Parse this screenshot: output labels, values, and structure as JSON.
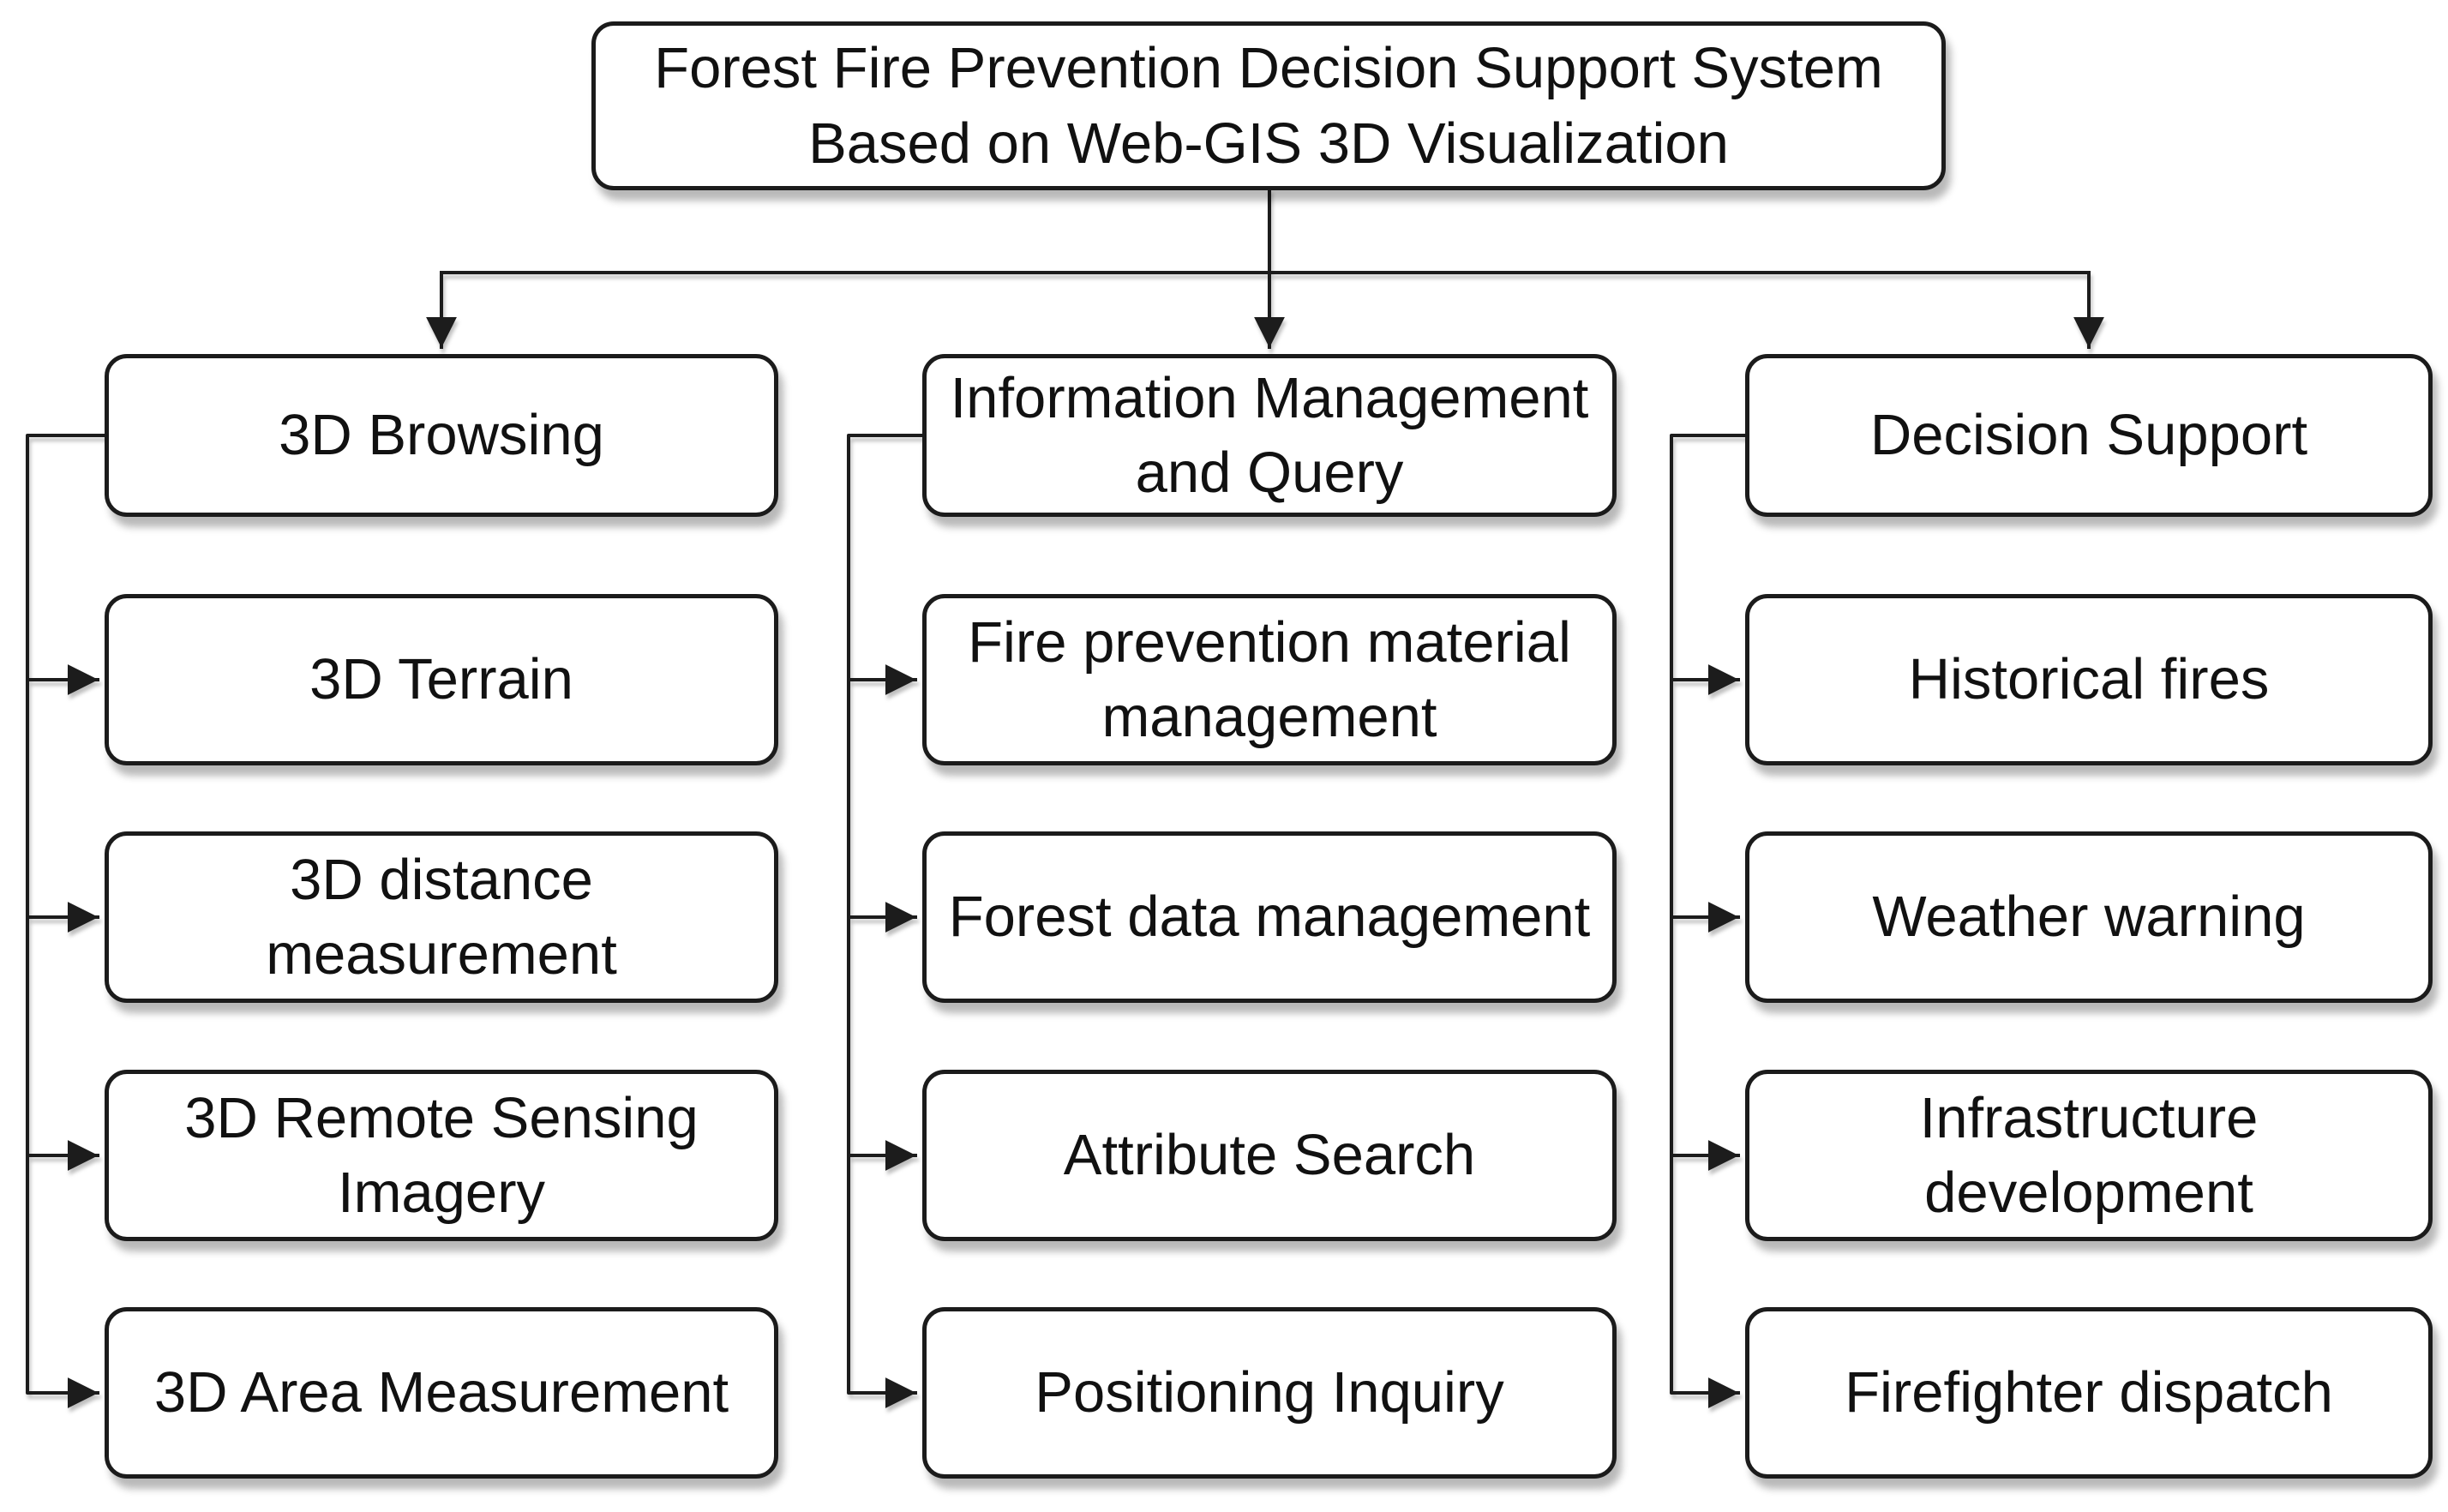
{
  "figure": {
    "type": "hierarchy-flowchart",
    "background": "#ffffff",
    "style": {
      "node_fill": "#ffffff",
      "node_border": "#1b1b1b",
      "connector": "#1b1b1b",
      "text": "#111111",
      "shadow": "rgba(0,0,0,0.28)"
    },
    "root": {
      "label": "Forest Fire Prevention Decision Support System Based on Web-GIS 3D Visualization"
    },
    "columns": [
      {
        "header": "3D Browsing",
        "children": [
          "3D Terrain",
          "3D distance measurement",
          "3D Remote Sensing Imagery",
          "3D Area Measurement"
        ]
      },
      {
        "header": "Information Management and Query",
        "children": [
          "Fire prevention material management",
          "Forest data management",
          "Attribute Search",
          "Positioning Inquiry"
        ]
      },
      {
        "header": "Decision Support",
        "children": [
          "Historical fires",
          "Weather warning",
          "Infrastructure development",
          "Firefighter dispatch"
        ]
      }
    ]
  }
}
